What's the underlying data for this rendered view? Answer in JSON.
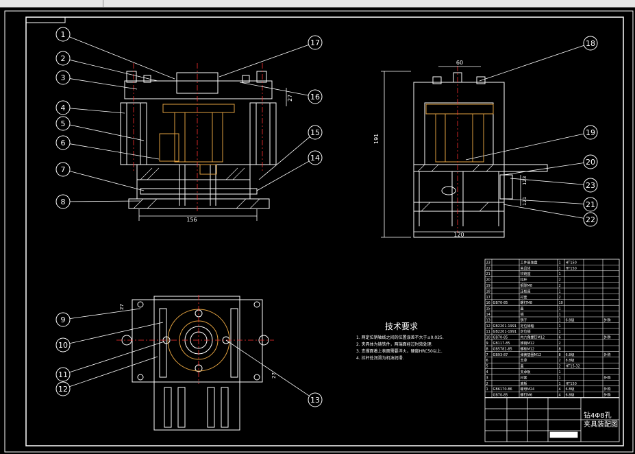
{
  "colors": {
    "background": "#000000",
    "linework": "#ffffff",
    "part_outline": "#e0a040",
    "centerline": "#ff3030",
    "toolbar": "#e6e6e6"
  },
  "dimensions": {
    "front_width": "156",
    "side_top": "60",
    "side_height": "191",
    "side_bottom": "120",
    "front_right": "27",
    "plan_left": "27",
    "plan_right": "27",
    "side_right": "123",
    "side_right2": "121"
  },
  "balloons": [
    "1",
    "2",
    "3",
    "4",
    "5",
    "6",
    "7",
    "8",
    "9",
    "10",
    "11",
    "12",
    "13",
    "14",
    "15",
    "16",
    "17",
    "18",
    "19",
    "20",
    "21",
    "22",
    "23"
  ],
  "tech_notes": {
    "title": "技术要求",
    "lines": [
      "1. 两定位销轴线之间的位置误差不大于±0.025.",
      "2. 夹具体为铸铁件，两端面经过时效处理.",
      "3. 支撑面着上表面需要淬火，硬度HRC50以上.",
      "4. 拉杆处润滑为机油润滑."
    ]
  },
  "bom": [
    {
      "no": "23",
      "code": "",
      "name": "工件基准盘",
      "qty": "1",
      "mat": "HT150",
      "note": ""
    },
    {
      "no": "22",
      "code": "",
      "name": "夹具体",
      "qty": "1",
      "mat": "HT150",
      "note": ""
    },
    {
      "no": "21",
      "code": "",
      "name": "铰链座",
      "qty": "1",
      "mat": "",
      "note": ""
    },
    {
      "no": "20",
      "code": "",
      "name": "拉杆",
      "qty": "2",
      "mat": "",
      "note": ""
    },
    {
      "no": "19",
      "code": "",
      "name": "钢球M8",
      "qty": "2",
      "mat": "",
      "note": ""
    },
    {
      "no": "18",
      "code": "",
      "name": "压板座",
      "qty": "1",
      "mat": "",
      "note": ""
    },
    {
      "no": "17",
      "code": "",
      "name": "衬套",
      "qty": "2",
      "mat": "",
      "note": ""
    },
    {
      "no": "16",
      "code": "GB70-85",
      "name": "螺钉M8",
      "qty": "10",
      "mat": "",
      "note": ""
    },
    {
      "no": "15",
      "code": "",
      "name": "盖",
      "qty": "1",
      "mat": "",
      "note": ""
    },
    {
      "no": "14",
      "code": "",
      "name": "销",
      "qty": "1",
      "mat": "",
      "note": ""
    },
    {
      "no": "13",
      "code": "",
      "name": "销子",
      "qty": "1",
      "mat": "6.8级",
      "note": "外购"
    },
    {
      "no": "12",
      "code": "GB2201-1991",
      "name": "定位销轴",
      "qty": "1",
      "mat": "",
      "note": ""
    },
    {
      "no": "11",
      "code": "GB2201-1991",
      "name": "定位销",
      "qty": "1",
      "mat": "",
      "note": ""
    },
    {
      "no": "10",
      "code": "GB70-85",
      "name": "内六角螺钉M12",
      "qty": "6",
      "mat": "",
      "note": "外购"
    },
    {
      "no": "9",
      "code": "GB117-85",
      "name": "锥销M12",
      "qty": "2",
      "mat": "",
      "note": ""
    },
    {
      "no": "8",
      "code": "GB5782-85",
      "name": "螺栓M12",
      "qty": "8",
      "mat": "",
      "note": ""
    },
    {
      "no": "7",
      "code": "GB93-87",
      "name": "弹簧垫圈M12",
      "qty": "8",
      "mat": "6.8级",
      "note": "外购"
    },
    {
      "no": "6",
      "code": "",
      "name": "支承",
      "qty": "2",
      "mat": "8.8级",
      "note": ""
    },
    {
      "no": "5",
      "code": "",
      "name": "盖",
      "qty": "2",
      "mat": "HT15-32",
      "note": ""
    },
    {
      "no": "4",
      "code": "",
      "name": "支承板",
      "qty": "1",
      "mat": "",
      "note": ""
    },
    {
      "no": "3",
      "code": "",
      "name": "衬套",
      "qty": "1",
      "mat": "",
      "note": "外购"
    },
    {
      "no": "2",
      "code": "",
      "name": "底板",
      "qty": "1",
      "mat": "HT150",
      "note": ""
    },
    {
      "no": "1",
      "code": "GB6170-86",
      "name": "螺母M24",
      "qty": "4",
      "mat": "6.8级",
      "note": "外购"
    },
    {
      "no": "",
      "code": "GB70-85",
      "name": "螺钉M6",
      "qty": "4",
      "mat": "6.8级",
      "note": "外购"
    }
  ],
  "title_block": {
    "line1": "钻4Φ8孔",
    "line2": "夹具装配图"
  }
}
